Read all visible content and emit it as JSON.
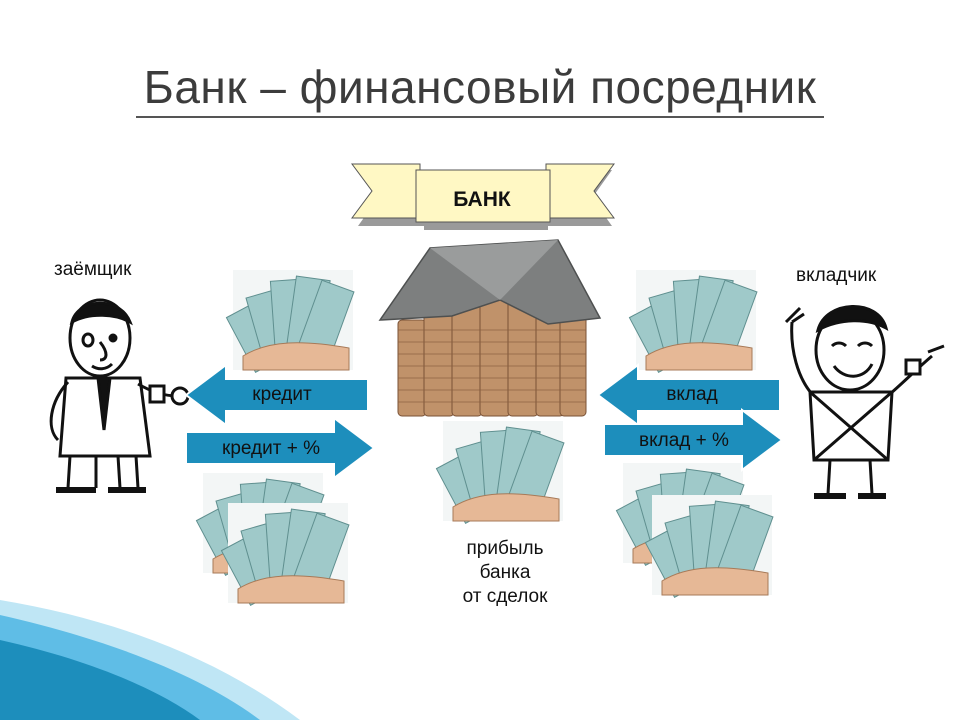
{
  "title": "Банк – финансовый посредник",
  "bank_label": "БАНК",
  "borrower_label": "заёмщик",
  "depositor_label": "вкладчик",
  "arrows": {
    "credit": "кредит",
    "credit_plus": "кредит + %",
    "deposit": "вклад",
    "deposit_plus": "вклад + %"
  },
  "profit_lines": [
    "прибыль",
    "банка",
    "от сделок"
  ],
  "colors": {
    "arrow_fill": "#1d8ebc",
    "arrow_border": "#ffffff",
    "banner_fill": "#fff8c4",
    "banknote": "#9fc9c9",
    "accent_wave": "#2ba3d4"
  },
  "icons": [
    "borrower-figure",
    "depositor-figure",
    "bank-house-icon",
    "money-fan-icon"
  ]
}
